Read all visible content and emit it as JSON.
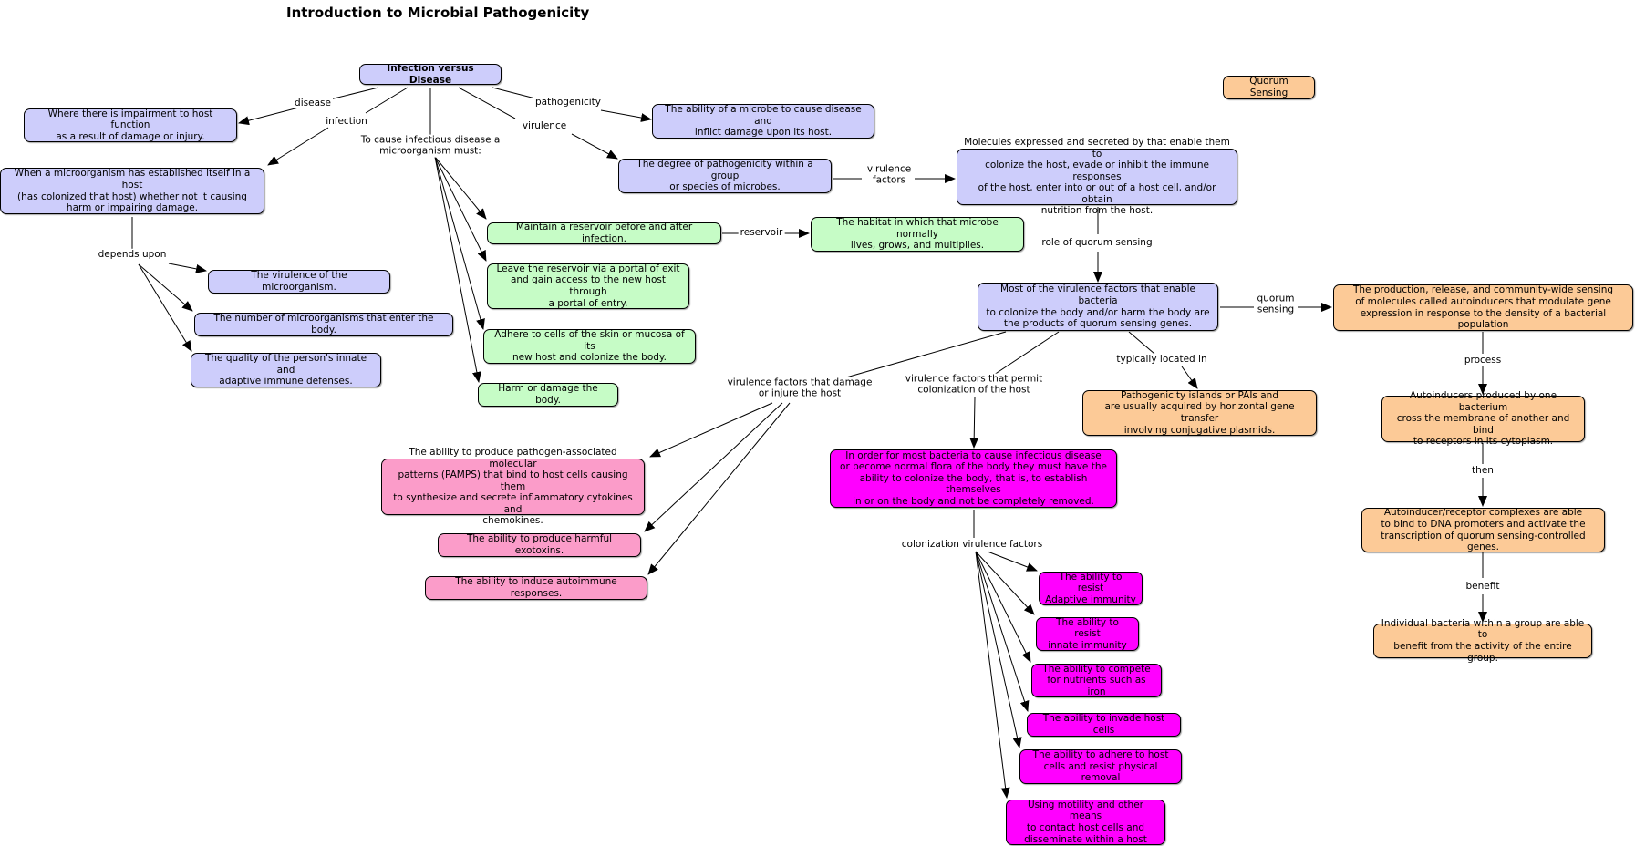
{
  "title": "Introduction to Microbial Pathogenicity",
  "colors": {
    "purple": "#cdcdfb",
    "green": "#c6fcc6",
    "orange": "#fcca97",
    "pink": "#fb9cc9",
    "magenta": "#ff00ff",
    "line": "#000000"
  },
  "concepts": {
    "infection_vs_disease": "Infection versus Disease",
    "disease_def": "Where there is impairment to host function\nas a result of damage or injury.",
    "infection_def": "When a microorganism has established itself in a host\n(has colonized that host) whether not it causing\nharm or impairing damage.",
    "virulence_of": "The virulence of the microorganism.",
    "number_of": "The number of microorganisms that enter the body.",
    "quality_of": "The quality of the person's innate and\nadaptive immune defenses.",
    "pathogenicity_def": "The ability of a microbe to cause disease and\ninflict damage upon its host.",
    "virulence_def": "The degree of pathogenicity within a group\nor species of microbes.",
    "virulence_factors_def": "Molecules expressed and secreted by that enable them to\ncolonize the host, evade or inhibit the immune responses\nof the host, enter into or out of a host cell, and/or obtain\nnutrition from the host.",
    "maintain_reservoir": "Maintain a reservoir before and after infection.",
    "habitat": "The habitat in which that microbe normally\nlives, grows, and multiplies.",
    "leave_reservoir": "Leave the reservoir via a portal of exit\nand gain access to the new host through\na portal of entry.",
    "adhere": "Adhere to cells of the skin or mucosa of its\nnew host and colonize the body.",
    "harm": "Harm or damage the body.",
    "most_virulence": "Most of the virulence factors that enable bacteria\nto colonize the body and/or harm the body are\nthe products of quorum sensing genes.",
    "quorum_sensing_title": "Quorum Sensing",
    "production_release": "The production, release, and community-wide sensing\nof molecules called autoinducers that modulate gene\nexpression in response to the density of a bacterial population",
    "autoinducers": "Autoinducers produced by one bacterium\ncross the membrane of another and bind\nto receptors in its cytoplasm.",
    "complexes": "Autoinducer/receptor complexes are able\nto bind to DNA promoters and activate the\ntranscription of quorum sensing-controlled genes.",
    "individual": "Individual bacteria within a group are able to\nbenefit from the activity of the entire group.",
    "pais": "Pathogenicity islands or PAIs  and\nare usually acquired by horizontal gene transfer\ninvolving conjugative plasmids.",
    "pamps": "The ability to produce pathogen-associated molecular\npatterns (PAMPS) that bind to host cells causing them\nto synthesize and secrete inflammatory cytokines and\nchemokines.",
    "exotoxins": "The ability to produce harmful exotoxins.",
    "autoimmune": "The ability to induce autoimmune responses.",
    "colonize": "In order for most bacteria to cause infectious disease\nor become normal flora of the body they must have the\nability to colonize the body, that is, to establish themselves\nin or on the body and not be completely removed.",
    "resist_adaptive": "The ability to resist\nAdaptive immunity",
    "resist_innate": "The ability to resist\ninnate immunity",
    "compete": "The ability to compete\nfor nutrients such as iron",
    "invade": "The ability to invade host cells",
    "adhere_resist": "The ability to adhere to host\ncells and resist physical removal",
    "motility": "Using motility and other means\nto contact host cells and\ndisseminate within a host"
  },
  "link_labels": {
    "disease": "disease",
    "infection": "infection",
    "to_cause": "To cause infectious disease a\nmicroorganism must:",
    "pathogenicity": "pathogenicity",
    "virulence": "virulence",
    "virulence_factors": "virulence\nfactors",
    "reservoir": "reservoir",
    "depends_upon": "depends upon",
    "role_of_quorum": "role of quorum sensing",
    "quorum_sensing": "quorum\nsensing",
    "process": "process",
    "then": "then",
    "benefit": "benefit",
    "typically_located": "typically located in",
    "damage_factors": "virulence factors that damage\nor injure the host",
    "permit_factors": "virulence factors that permit\ncolonization of the host",
    "colonization_factors": "colonization virulence factors"
  }
}
